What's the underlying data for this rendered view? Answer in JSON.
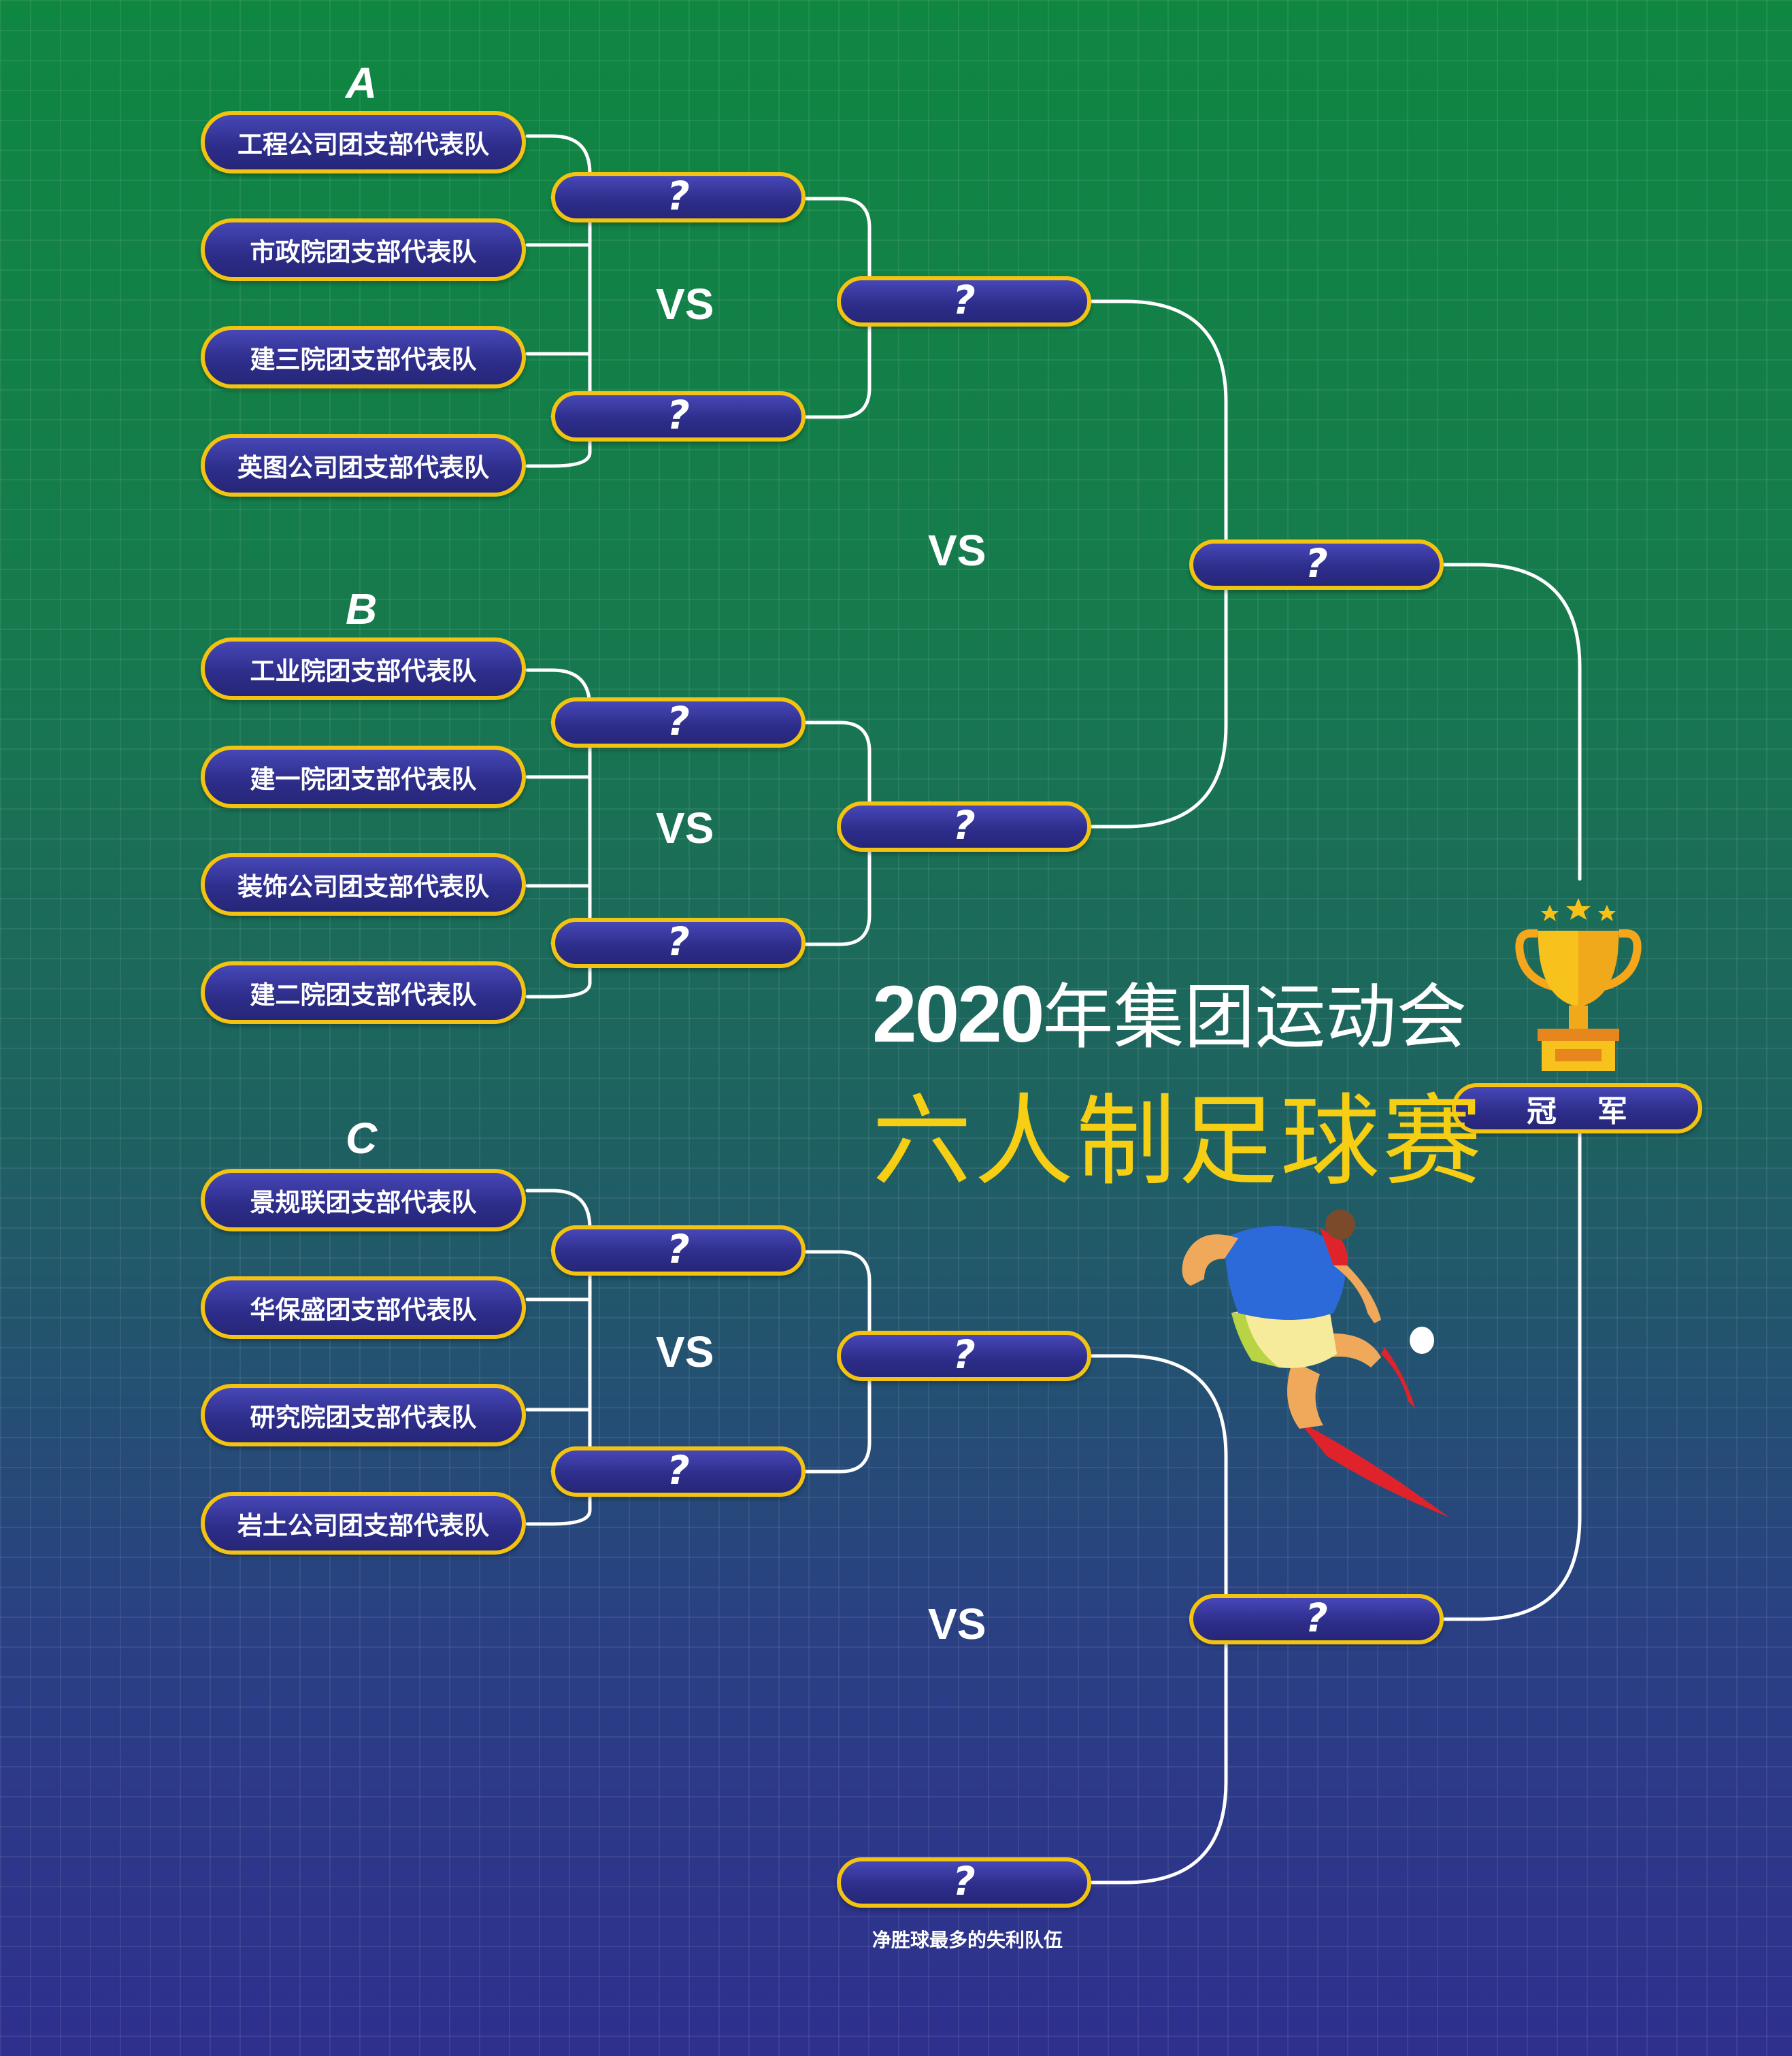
{
  "groups": [
    {
      "label": "A",
      "teams": [
        "工程公司团支部代表队",
        "市政院团支部代表队",
        "建三院团支部代表队",
        "英图公司团支部代表队"
      ]
    },
    {
      "label": "B",
      "teams": [
        "工业院团支部代表队",
        "建一院团支部代表队",
        "装饰公司团支部代表队",
        "建二院团支部代表队"
      ]
    },
    {
      "label": "C",
      "teams": [
        "景规联团支部代表队",
        "华保盛团支部代表队",
        "研究院团支部代表队",
        "岩土公司团支部代表队"
      ]
    }
  ],
  "slot_label": "?",
  "vs_label": "VS",
  "champion_label": "冠军",
  "title_year": "2020",
  "title_line1": "年集团运动会",
  "title_line2": "六人制足球赛",
  "wildcard_note": "净胜球最多的失利队伍",
  "colors": {
    "slot_fill": "#2e2e8c",
    "slot_border": "#f2c310",
    "title_yellow": "#f6cf14",
    "bg_top": "#0f8741",
    "bg_bottom": "#2f2f8e"
  },
  "icons": [
    "trophy-icon",
    "stars-icon",
    "soccer-player-illustration",
    "soccer-ball-icon"
  ]
}
